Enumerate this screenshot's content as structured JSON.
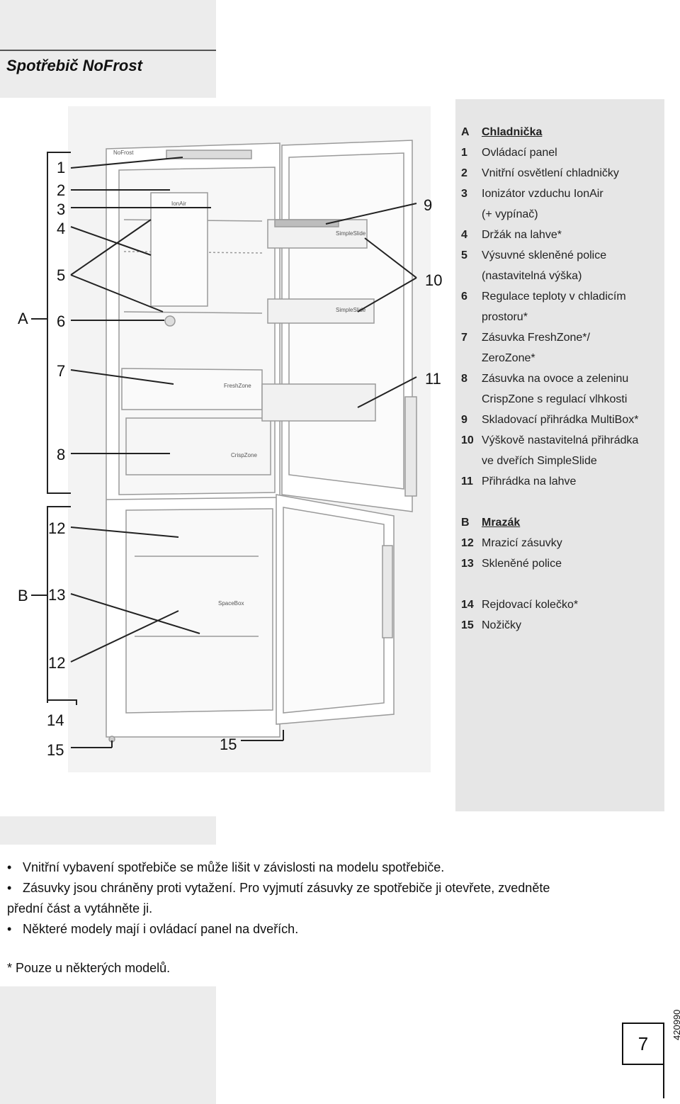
{
  "section_title": "Spotřebič NoFrost",
  "figure": {
    "callouts": {
      "c1": "1",
      "c2": "2",
      "c3": "3",
      "c4": "4",
      "c5": "5",
      "c6": "6",
      "c7": "7",
      "c8": "8",
      "c9": "9",
      "c10": "10",
      "c11": "11",
      "c12a": "12",
      "c13": "13",
      "c12b": "12",
      "c14": "14",
      "c15a": "15",
      "c15b": "15",
      "cA": "A",
      "cB": "B"
    },
    "labels": {
      "brand": "NoFrost",
      "ionair": "IonAir",
      "freshzone": "FreshZone",
      "crispzone": "CrispZone",
      "spacebox": "SpaceBox",
      "simpleslide1": "SimpleSlide",
      "simpleslide2": "SimpleSlide"
    }
  },
  "legend": {
    "A": {
      "key": "A",
      "title": "Chladnička"
    },
    "A_items": [
      {
        "num": "1",
        "text": "Ovládací panel"
      },
      {
        "num": "2",
        "text": "Vnitřní osvětlení chladničky"
      },
      {
        "num": "3",
        "text": "Ionizátor vzduchu IonAir"
      },
      {
        "num": "",
        "text": "(+ vypínač)"
      },
      {
        "num": "4",
        "text": "Držák na lahve*"
      },
      {
        "num": "5",
        "text": "Výsuvné skleněné police"
      },
      {
        "num": "",
        "text": "(nastavitelná výška)"
      },
      {
        "num": "6",
        "text": "Regulace teploty v chladicím"
      },
      {
        "num": "",
        "text": "prostoru*"
      },
      {
        "num": "7",
        "text": "Zásuvka FreshZone*/"
      },
      {
        "num": "",
        "text": "ZeroZone*"
      },
      {
        "num": "8",
        "text": "Zásuvka na ovoce a zeleninu"
      },
      {
        "num": "",
        "text": "CrispZone s regulací vlhkosti"
      },
      {
        "num": "9",
        "text": "Skladovací přihrádka MultiBox*"
      },
      {
        "num": "10",
        "text": "Výškově nastavitelná přihrádka"
      },
      {
        "num": "",
        "text": "ve dveřích SimpleSlide"
      },
      {
        "num": "11",
        "text": "Přihrádka na lahve"
      }
    ],
    "B": {
      "key": "B",
      "title": "Mrazák"
    },
    "B_items": [
      {
        "num": "12",
        "text": "Mrazicí zásuvky"
      },
      {
        "num": "13",
        "text": "Skleněné police"
      }
    ],
    "B_items_2": [
      {
        "num": "14",
        "text": "Rejdovací kolečko*"
      },
      {
        "num": "15",
        "text": "Nožičky"
      }
    ]
  },
  "notes": [
    {
      "bullet": "•",
      "text": "Vnitřní vybavení spotřebiče se může lišit v závislosti na modelu spotřebiče."
    },
    {
      "bullet": "•",
      "text": "Zásuvky jsou chráněny proti vytažení. Pro vyjmutí zásuvky ze spotřebiče ji otevřete, zvedněte"
    },
    {
      "bullet": "",
      "text": "přední část a vytáhněte ji."
    },
    {
      "bullet": "•",
      "text": "Některé modely mají i ovládací panel na dveřích."
    }
  ],
  "footnote": "* Pouze u některých modelů.",
  "doc_code": "420990",
  "page_number": "7"
}
